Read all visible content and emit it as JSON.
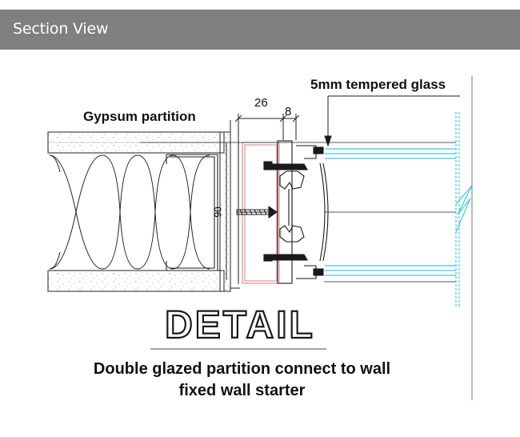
{
  "header": {
    "title": "Section View"
  },
  "labels": {
    "gypsum": "Gypsum partition",
    "glass": "5mm tempered glass",
    "dim_26": "26",
    "dim_8": "8",
    "dim_90": "90"
  },
  "detail": {
    "word": "DETAIL"
  },
  "caption": {
    "line1": "Double glazed partition connect to wall",
    "line2": "fixed wall starter"
  },
  "colors": {
    "header_bg": "#7f7f7f",
    "glass": "#3ec8e6",
    "profile_red": "#e07a7a",
    "line": "#1a1a1a"
  }
}
